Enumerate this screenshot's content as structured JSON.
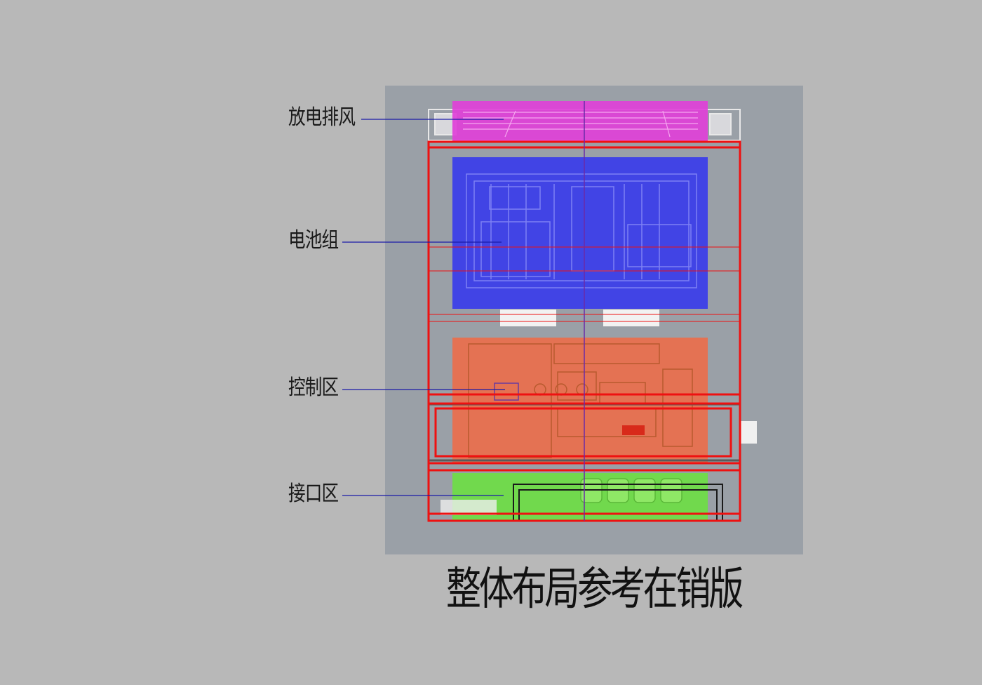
{
  "labels": {
    "exhaust": "放电排风",
    "battery": "电池组",
    "control": "控制区",
    "interface": "接口区"
  },
  "caption": "整体布局参考在销版",
  "colors": {
    "background": "#b8b8b8",
    "panel": "#9aa0a7",
    "exhaust_zone": "#e040d8",
    "battery_zone": "#3c3fe8",
    "control_zone": "#e8704e",
    "interface_zone": "#6fdc48",
    "outline": "#ee1111",
    "leader_line": "#1a1aa8"
  }
}
